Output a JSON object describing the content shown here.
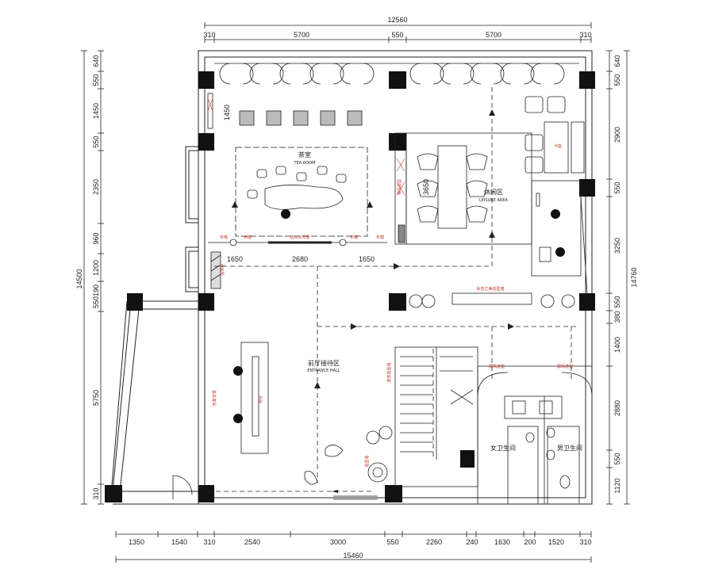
{
  "dimensions": {
    "top_total": "12560",
    "top_segments": [
      "310",
      "5700",
      "550",
      "5700",
      "310"
    ],
    "bottom_total": "15460",
    "bottom_segments": [
      "1350",
      "1540",
      "310",
      "2540",
      "3000",
      "550",
      "2260",
      "240",
      "1630",
      "200",
      "1520",
      "310"
    ],
    "left_total": "14500",
    "left_segments": [
      "640",
      "550",
      "1450",
      "550",
      "2350",
      "960",
      "1200",
      "550190",
      "5750",
      "310"
    ],
    "right_total": "14760",
    "right_segments": [
      "640",
      "550",
      "2900",
      "550",
      "3250",
      "550",
      "380",
      "1400",
      "2880",
      "550",
      "1120"
    ],
    "inner_left": "1450",
    "tea_room_widths": [
      "1650",
      "2680",
      "1650"
    ],
    "leisure_inner": "3650"
  },
  "rooms": {
    "tea_room_cn": "茶室",
    "tea_room_en": "TEA ROOM",
    "leisure_cn": "休闲区",
    "leisure_en": "LEISURE AREA",
    "entrance_cn": "前厅接待区",
    "entrance_en": "ENTRANCE HALL",
    "female_wc": "女卫生间",
    "male_wc": "男卫生间"
  },
  "annotations": {
    "screen_left": "布幔",
    "screen_2": "布幔",
    "mountain_wall": "枯山水背景",
    "screen_3": "布幔",
    "screen_4": "布幔",
    "decor_left": "装饰柜",
    "counter": "卡座",
    "partition": "禅风造型",
    "display_wall": "余音之美造型墙",
    "screen_wc_left": "屏风造型",
    "screen_wc_right": "屏风造型",
    "stair_wall": "装饰造型墙",
    "reception_wall": "形象背景",
    "front_desk": "前台",
    "lean_wall": "造型墙"
  }
}
